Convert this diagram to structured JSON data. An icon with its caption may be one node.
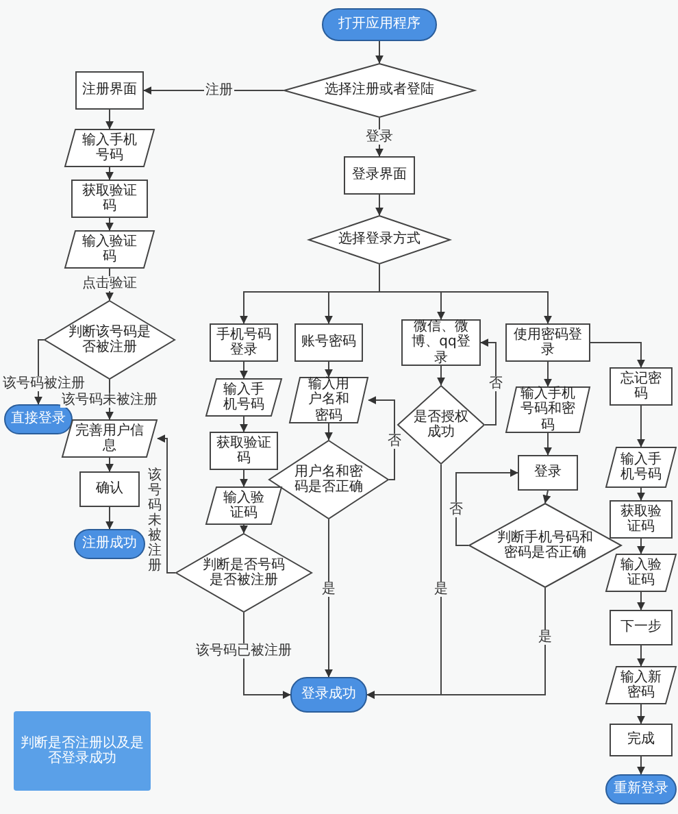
{
  "diagram": {
    "nodes": [
      {
        "text": [
          "打开应用程序"
        ]
      },
      {
        "text": [
          "选择注册或者登陆"
        ]
      },
      {
        "text": [
          "注册界面"
        ]
      },
      {
        "text": [
          "输入手机号码"
        ]
      },
      {
        "text": [
          "获取验证码"
        ]
      },
      {
        "text": [
          "输入验证码"
        ]
      },
      {
        "text": [
          "判断该号码是否被注册"
        ]
      },
      {
        "text": [
          "直接登录"
        ]
      },
      {
        "text": [
          "完善用户信息"
        ]
      },
      {
        "text": [
          "确认"
        ]
      },
      {
        "text": [
          "注册成功"
        ]
      },
      {
        "text": [
          "登录界面"
        ]
      },
      {
        "text": [
          "选择登录方式"
        ]
      },
      {
        "text": [
          "手机号码登录"
        ]
      },
      {
        "text": [
          "账号密码"
        ]
      },
      {
        "text": [
          "微信、微博、qq登录"
        ]
      },
      {
        "text": [
          "使用密码登录"
        ]
      },
      {
        "text": [
          "忘记密码"
        ]
      },
      {
        "text": [
          "输入手机号码"
        ]
      },
      {
        "text": [
          "输入用户名和密码"
        ]
      },
      {
        "text": [
          "是否授权成功"
        ]
      },
      {
        "text": [
          "输入手机号码和密码"
        ]
      },
      {
        "text": [
          "获取验证码"
        ]
      },
      {
        "text": [
          "用户名和密码是否正确"
        ]
      },
      {
        "text": [
          "登录"
        ]
      },
      {
        "text": [
          "输入验证码"
        ]
      },
      {
        "text": [
          "判断手机号码和密码是否正确"
        ]
      },
      {
        "text": [
          "判断是否号码是否被注册"
        ]
      },
      {
        "text": [
          "登录成功"
        ]
      },
      {
        "text": [
          "输入手机号码"
        ]
      },
      {
        "text": [
          "获取验证码"
        ]
      },
      {
        "text": [
          "输入验证码"
        ]
      },
      {
        "text": [
          "下一步"
        ]
      },
      {
        "text": [
          "输入新密码"
        ]
      },
      {
        "text": [
          "完成"
        ]
      },
      {
        "text": [
          "重新登录"
        ]
      },
      {
        "text": [
          "判断是否注册以及是否登录成功"
        ]
      }
    ],
    "edges": [
      {
        "from": 0,
        "to": 1,
        "arrow": "to"
      },
      {
        "from": 1,
        "to": 2,
        "arrow": "to",
        "label": "注册"
      },
      {
        "from": 1,
        "to": 11,
        "arrow": "to",
        "label": "登录"
      },
      {
        "from": 2,
        "to": 3,
        "arrow": "to"
      },
      {
        "from": 3,
        "to": 4,
        "arrow": "to"
      },
      {
        "from": 4,
        "to": 5,
        "arrow": "to"
      },
      {
        "from": 5,
        "to": 6,
        "arrow": "to",
        "label": "点击验证"
      },
      {
        "from": 6,
        "to": 7,
        "arrow": "to",
        "label": "该号码被注册"
      },
      {
        "from": 6,
        "to": 8,
        "arrow": "to",
        "label": "该号码未被注册"
      },
      {
        "from": 8,
        "to": 9,
        "arrow": "to"
      },
      {
        "from": 9,
        "to": 10,
        "arrow": "to"
      },
      {
        "from": 11,
        "to": 12,
        "arrow": "to"
      },
      {
        "from": 12,
        "to": 13,
        "arrow": "to"
      },
      {
        "from": 12,
        "to": 14,
        "arrow": "to"
      },
      {
        "from": 12,
        "to": 15,
        "arrow": "to"
      },
      {
        "from": 12,
        "to": 16,
        "arrow": "to"
      },
      {
        "from": 13,
        "to": 18,
        "arrow": "to"
      },
      {
        "from": 18,
        "to": 22,
        "arrow": "to"
      },
      {
        "from": 22,
        "to": 25,
        "arrow": "to"
      },
      {
        "from": 25,
        "to": 27,
        "arrow": "to"
      },
      {
        "from": 27,
        "to": 8,
        "arrow": "to",
        "label": "该号码未被注册"
      },
      {
        "from": 27,
        "to": 28,
        "arrow": "to",
        "label": "该号码已被注册"
      },
      {
        "from": 14,
        "to": 19,
        "arrow": "to"
      },
      {
        "from": 19,
        "to": 23,
        "arrow": "to"
      },
      {
        "from": 23,
        "to": 19,
        "arrow": "to",
        "label": "否"
      },
      {
        "from": 23,
        "to": 28,
        "arrow": "to",
        "label": "是"
      },
      {
        "from": 15,
        "to": 20,
        "arrow": "to"
      },
      {
        "from": 20,
        "to": 15,
        "arrow": "to",
        "label": "否"
      },
      {
        "from": 20,
        "to": 28,
        "arrow": "to",
        "label": "是"
      },
      {
        "from": 16,
        "to": 21,
        "arrow": "to"
      },
      {
        "from": 16,
        "to": 17,
        "arrow": "to"
      },
      {
        "from": 21,
        "to": 24,
        "arrow": "to"
      },
      {
        "from": 24,
        "to": 26,
        "arrow": "to"
      },
      {
        "from": 26,
        "to": 24,
        "arrow": "to",
        "label": "否"
      },
      {
        "from": 26,
        "to": 28,
        "arrow": "to",
        "label": "是"
      },
      {
        "from": 17,
        "to": 29,
        "arrow": "to"
      },
      {
        "from": 29,
        "to": 30,
        "arrow": "to"
      },
      {
        "from": 30,
        "to": 31,
        "arrow": "to"
      },
      {
        "from": 31,
        "to": 32,
        "arrow": "to"
      },
      {
        "from": 32,
        "to": 33,
        "arrow": "to"
      },
      {
        "from": 33,
        "to": 34,
        "arrow": "to"
      },
      {
        "from": 34,
        "to": 35,
        "arrow": "to"
      }
    ]
  }
}
